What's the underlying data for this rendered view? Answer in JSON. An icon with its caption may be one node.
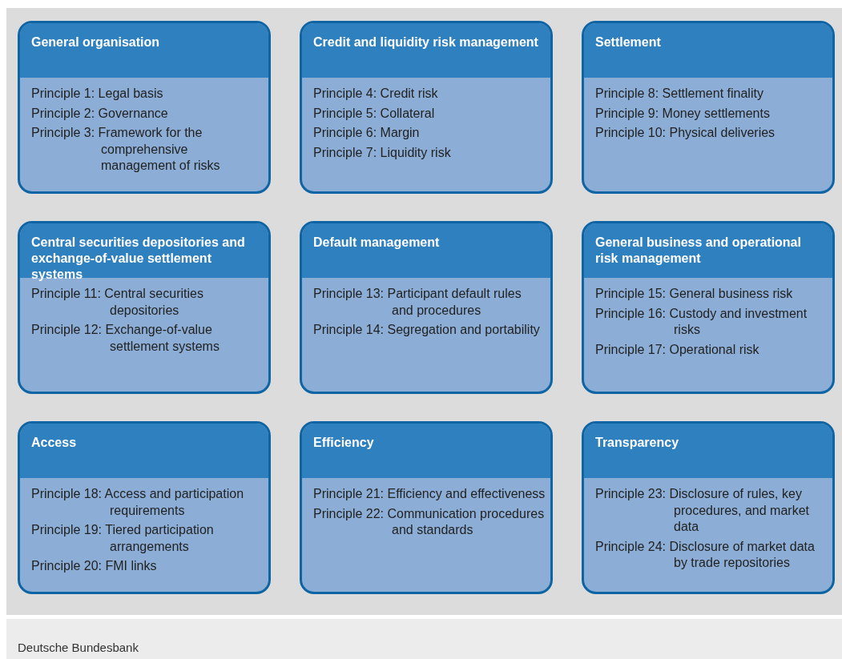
{
  "diagram": {
    "nodes": [
      {
        "text": [
          "General organisation",
          "Principle 1: Legal basis",
          "Principle 2: Governance",
          "Principle 3: Framework for the comprehensive management of risks"
        ]
      },
      {
        "text": [
          "Credit and liquidity risk management",
          "Principle 4: Credit risk",
          "Principle 5: Collateral",
          "Principle 6: Margin",
          "Principle 7: Liquidity risk"
        ]
      },
      {
        "text": [
          "Settlement",
          "Principle 8: Settlement finality",
          "Principle 9: Money settlements",
          "Principle 10: Physical deliveries"
        ]
      },
      {
        "text": [
          "Central securities depositories and exchange-of-value settlement systems",
          "Principle 11: Central securities depositories",
          "Principle 12: Exchange-of-value settlement systems"
        ]
      },
      {
        "text": [
          "Default management",
          "Principle 13: Participant default rules and procedures",
          "Principle 14: Segregation and portability"
        ]
      },
      {
        "text": [
          "General business and operational risk management",
          "Principle 15: General business risk",
          "Principle 16: Custody and investment risks",
          "Principle 17: Operational risk"
        ]
      },
      {
        "text": [
          "Access",
          "Principle 18: Access and participation requirements",
          "Principle 19: Tiered participation arrangements",
          "Principle 20: FMI links"
        ]
      },
      {
        "text": [
          "Efficiency",
          "Principle 21: Efficiency and effectiveness",
          "Principle 22: Communication procedures and standards"
        ]
      },
      {
        "text": [
          "Transparency",
          "Principle 23: Disclosure of rules, key procedures, and market data",
          "Principle 24: Disclosure of market data by trade repositories"
        ]
      }
    ],
    "labels": [
      "Deutsche Bundesbank"
    ]
  }
}
